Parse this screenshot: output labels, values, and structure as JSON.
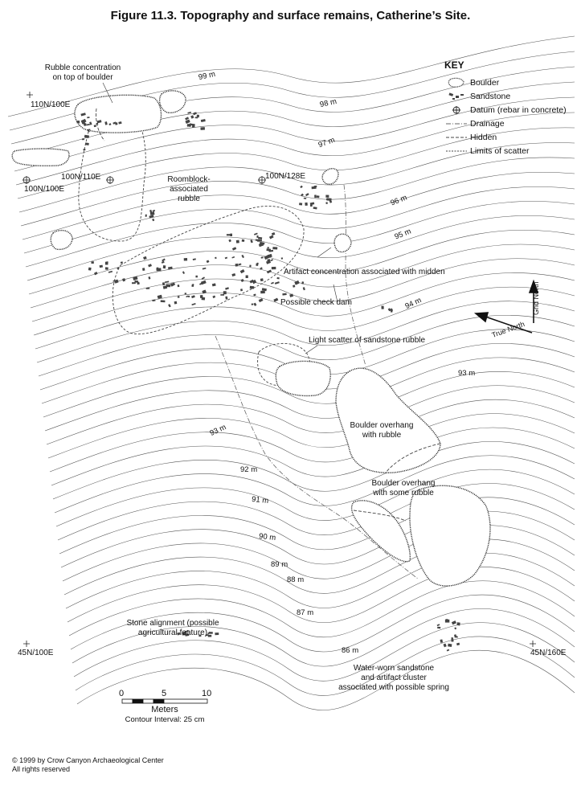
{
  "title": "Figure 11.3.  Topography and surface remains, Catherine’s Site.",
  "key": {
    "title": "KEY",
    "items": [
      {
        "label": "Boulder",
        "icon": "boulder-icon"
      },
      {
        "label": "Sandstone",
        "icon": "sandstone-icon"
      },
      {
        "label": "Datum (rebar in concrete)",
        "icon": "datum-icon"
      },
      {
        "label": "Drainage",
        "icon": "drainage-icon"
      },
      {
        "label": "Hidden",
        "icon": "hidden-line-icon"
      },
      {
        "label": "Limits of scatter",
        "icon": "scatter-limit-icon"
      }
    ]
  },
  "annotations": {
    "rubble_on_boulder": "Rubble concentration\non top of boulder",
    "roomblock": "Roomblock-\nassociated\nrubble",
    "artifact_midden": "Artifact concentration associated with midden",
    "check_dam": "Possible check dam",
    "light_scatter": "Light scatter of sandstone rubble",
    "overhang_rubble": "Boulder overhang\nwith rubble",
    "overhang_some_rubble": "Boulder overhang\nwith some rubble",
    "stone_alignment": "Stone alignment (possible\nagricultural feature)",
    "spring": "Water-worn sandstone\nand artifact cluster\nassociated with possible spring"
  },
  "datums": [
    "110N/100E",
    "100N/110E",
    "100N/100E",
    "100N/128E",
    "45N/100E",
    "45N/160E"
  ],
  "contour_labels": [
    "99 m",
    "98 m",
    "97 m",
    "96 m",
    "95 m",
    "94 m",
    "93 m",
    "93 m",
    "92 m",
    "91 m",
    "90 m",
    "89 m",
    "88 m",
    "87 m",
    "86 m"
  ],
  "north": {
    "grid": "Grid North",
    "true": "True North"
  },
  "scale": {
    "ticks": [
      "0",
      "5",
      "10"
    ],
    "unit": "Meters",
    "interval": "Contour Interval: 25 cm"
  },
  "copyright": "© 1999 by Crow Canyon Archaeological Center\nAll rights reserved"
}
